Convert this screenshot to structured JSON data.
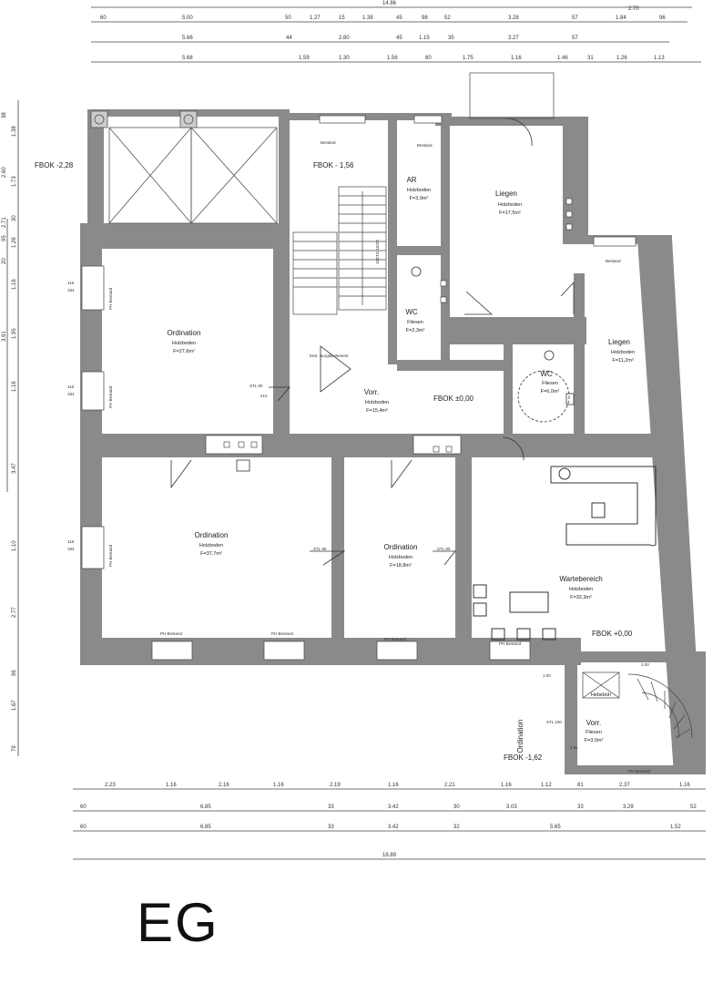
{
  "floor_label": "EG",
  "dims_top": {
    "row0": [
      "60",
      "5.00",
      "50",
      "1.27",
      "15",
      "1.38",
      "45",
      "98",
      "52",
      "3.28",
      "57",
      "1.84",
      "96"
    ],
    "row0_right": "2.70",
    "row0_total": "14.86",
    "row1": [
      "5.66",
      "44",
      "2.80",
      "45",
      "1.15",
      "35",
      "3.27",
      "57"
    ],
    "row2": [
      "5.68",
      "1.59",
      "1.30",
      "1.56",
      "60",
      "1.75",
      "1.16",
      "1.46",
      "31",
      "1.26",
      "1.13"
    ]
  },
  "dims_left": [
    "38",
    "1.38",
    "1.73",
    "30",
    "1.26",
    "1.16",
    "1.95",
    "1.16",
    "3.47",
    "1.10",
    "2.77",
    "96",
    "1.67",
    "79",
    "2.60",
    "2.71",
    "3.91",
    "95",
    "20"
  ],
  "dims_bottom": {
    "row1": [
      "2.23",
      "1.16",
      "2.16",
      "1.16",
      "2.19",
      "1.16",
      "2.21",
      "1.16",
      "1.12",
      "81",
      "2.37",
      "1.16"
    ],
    "row2": [
      "60",
      "6.85",
      "33",
      "3.42",
      "30",
      "3.03",
      "33",
      "3.29",
      "52"
    ],
    "row3": [
      "60",
      "6.85",
      "33",
      "3.42",
      "32",
      "5.65",
      "1.52"
    ],
    "total": "18.89"
  },
  "levels": {
    "fbok_left": "FBOK -2,28",
    "fbok_stair": "FBOK - 1,56",
    "fbok_center": "FBOK ±0,00",
    "fbok_right": "FBOK +0,00",
    "fbok_bottom": "FBOK -1,62"
  },
  "rooms": {
    "ordination1": {
      "name": "Ordination",
      "floor": "Holzboden",
      "area": "F=27,6m²"
    },
    "ordination2": {
      "name": "Ordination",
      "floor": "Holzboden",
      "area": "F=37,7m²"
    },
    "ordination3": {
      "name": "Ordination",
      "floor": "Holzboden",
      "area": "F=18,8m²"
    },
    "vorr1": {
      "name": "Vorr.",
      "floor": "Holzboden",
      "area": "F=15,4m²"
    },
    "ar": {
      "name": "AR",
      "floor": "Holzboden",
      "area": "F=3,9m²"
    },
    "wc": {
      "name": "WC",
      "floor": "Fliesen",
      "area": "F=2,3m²"
    },
    "wc2": {
      "name": "WC",
      "floor": "Fliesen",
      "area": "F=6,0m²"
    },
    "liegen1": {
      "name": "Liegen",
      "floor": "Holzboden",
      "area": "F=17,5m²"
    },
    "liegen2": {
      "name": "Liegen",
      "floor": "Holzboden",
      "area": "F=11,2m²"
    },
    "warte": {
      "name": "Wartebereich",
      "floor": "Holzboden",
      "area": "F=32,3m²"
    },
    "vorr2": {
      "name": "Vorr.",
      "floor": "Fliesen",
      "area": "F=3,0m²"
    },
    "ordination_side": "Ordination",
    "lift": "Hebebüh"
  },
  "notes": {
    "bestand": "Bestand",
    "ph_bestand": "PH Bestand",
    "nurglas": "best. Nurglaselement",
    "stair": "10STG 18/28",
    "door1": "STL 80",
    "door_h": "210",
    "win1": "116",
    "win2": "184",
    "d1": "1.00",
    "d2": "1.00",
    "d3": "1.81",
    "d4": "50",
    "door2": "STL 90",
    "door3": "STL 100"
  }
}
